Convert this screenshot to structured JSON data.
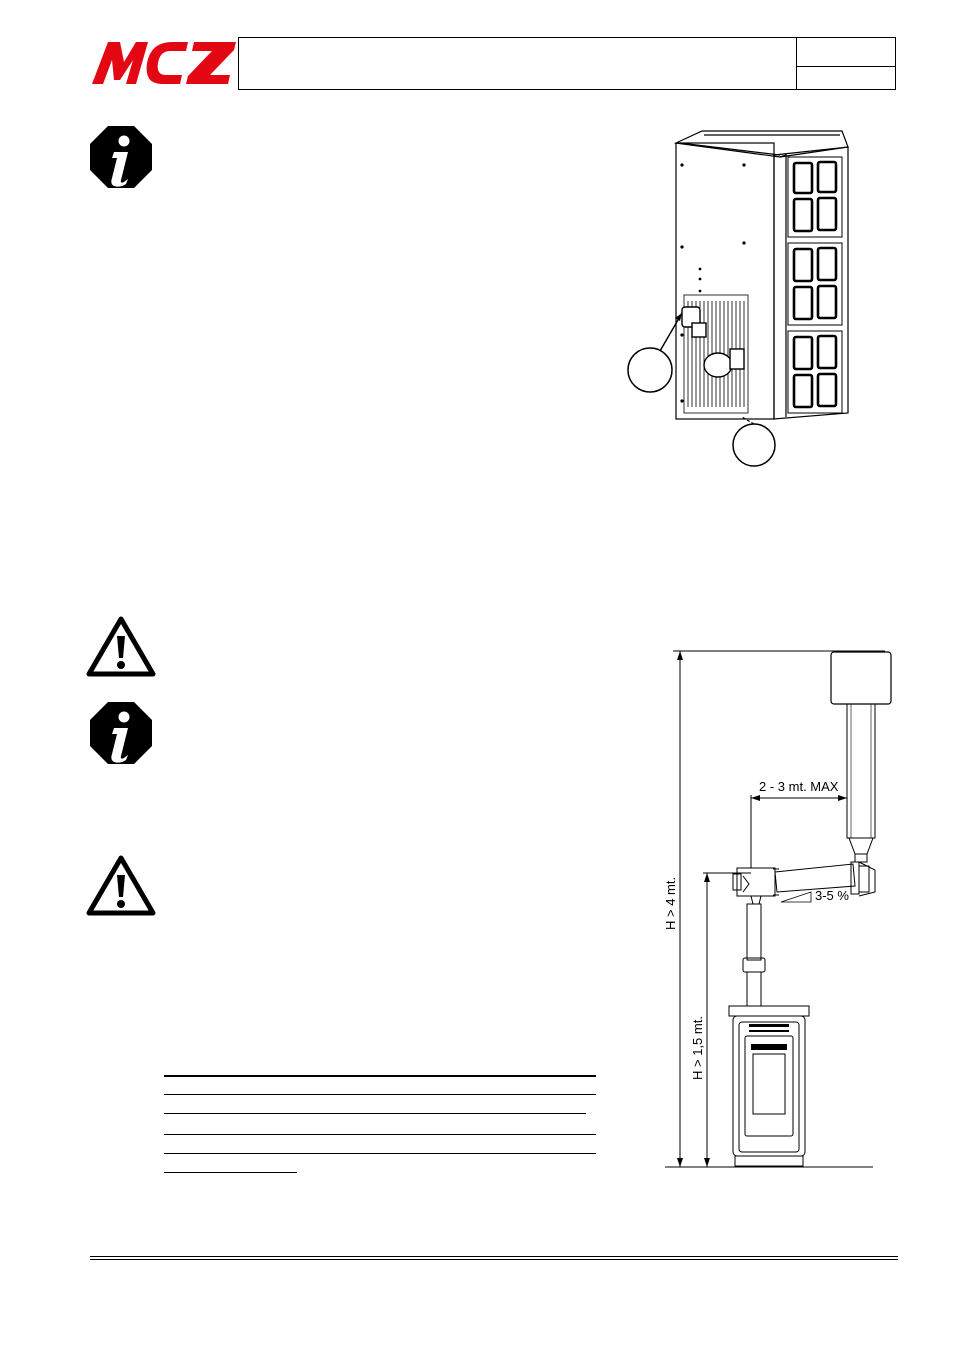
{
  "brand": {
    "logo_text": "MCZ",
    "logo_color": "#e30613"
  },
  "icons": [
    {
      "name": "info-icon"
    },
    {
      "name": "warning-icon"
    },
    {
      "name": "info-icon"
    },
    {
      "name": "warning-icon"
    }
  ],
  "figure_install": {
    "labels": {
      "dimension_horizontal": "2 - 3 mt. MAX",
      "slope": "3-5 %",
      "height_total": "H > 4 mt.",
      "height_vertical": "H > 1,5 mt."
    }
  }
}
